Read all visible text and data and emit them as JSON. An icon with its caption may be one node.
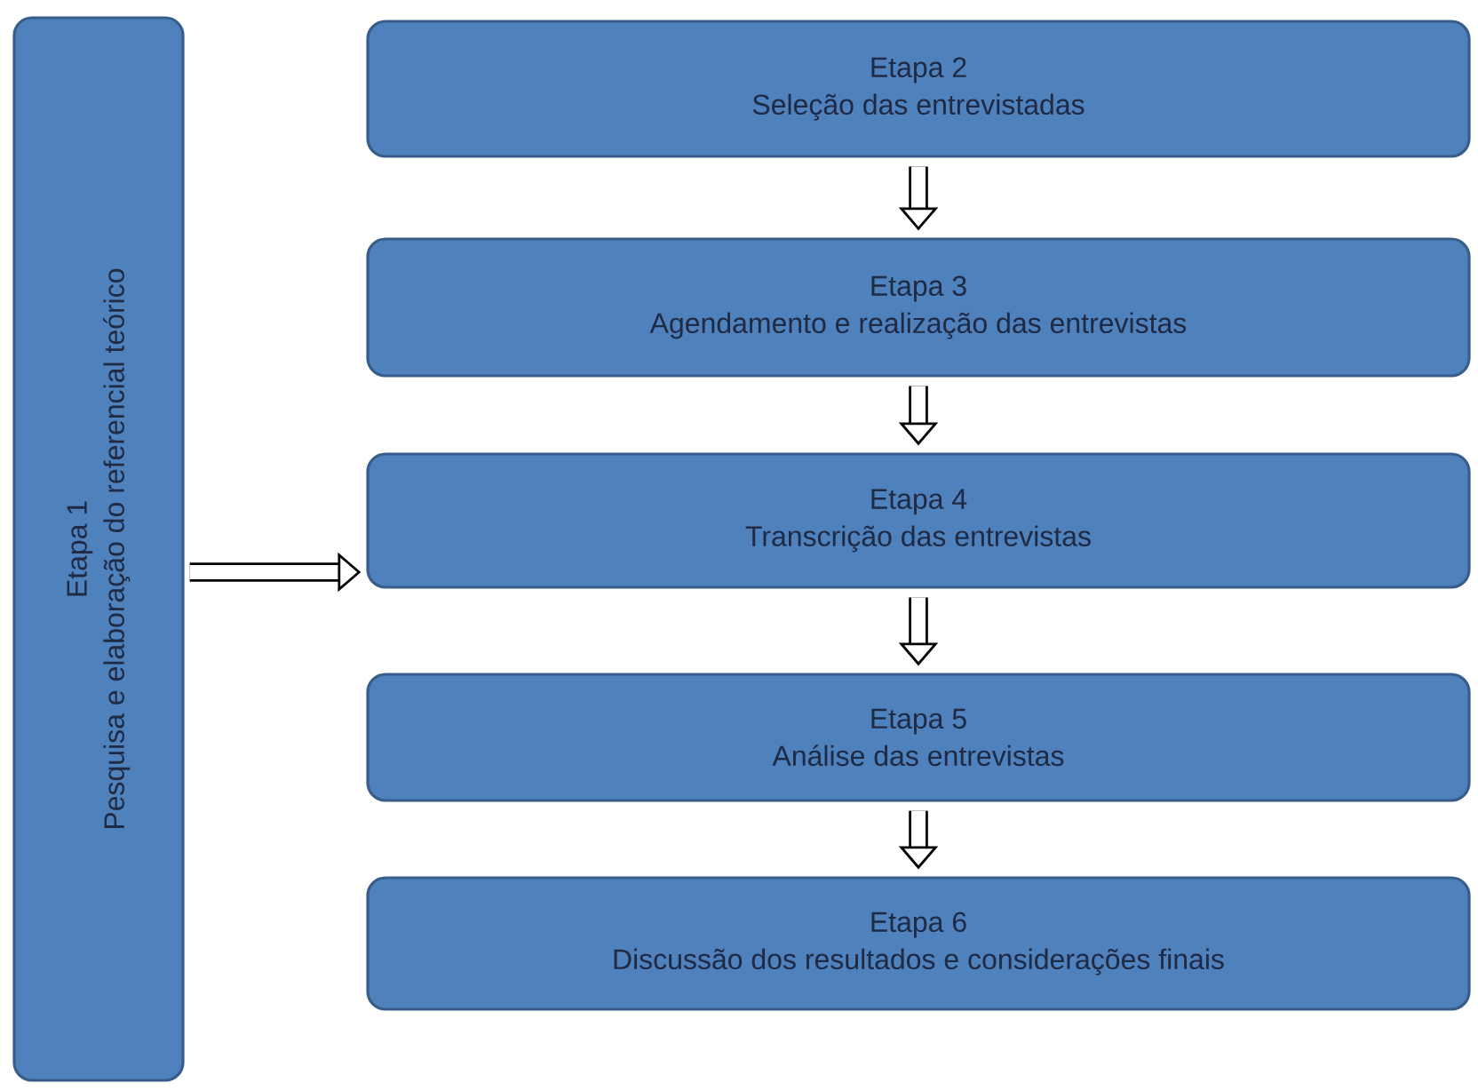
{
  "diagram": {
    "nodes": [
      {
        "text": [
          "Etapa 1",
          "Pesquisa e elaboração do referencial teórico"
        ]
      },
      {
        "text": [
          "Etapa 2",
          "Seleção das entrevistadas"
        ]
      },
      {
        "text": [
          "Etapa 3",
          "Agendamento e realização das entrevistas"
        ]
      },
      {
        "text": [
          "Etapa 4",
          "Transcrição das entrevistas"
        ]
      },
      {
        "text": [
          "Etapa 5",
          "Análise das entrevistas"
        ]
      },
      {
        "text": [
          "Etapa 6",
          "Discussão dos resultados e considerações finais"
        ]
      }
    ],
    "edges": [
      {
        "from": 0,
        "to": 3,
        "arrow": "to"
      },
      {
        "from": 1,
        "to": 2,
        "arrow": "to"
      },
      {
        "from": 2,
        "to": 3,
        "arrow": "to"
      },
      {
        "from": 3,
        "to": 4,
        "arrow": "to"
      },
      {
        "from": 4,
        "to": 5,
        "arrow": "to"
      }
    ]
  }
}
